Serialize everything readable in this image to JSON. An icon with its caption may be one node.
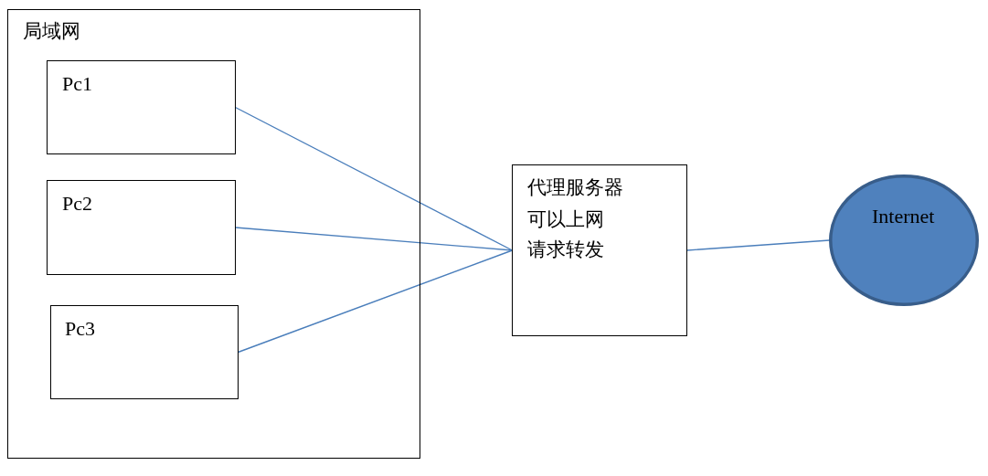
{
  "diagram": {
    "nodes": [
      {
        "text": [
          "局域网"
        ]
      },
      {
        "text": [
          "Pc1"
        ],
        "in": 0
      },
      {
        "text": [
          "Pc2"
        ],
        "in": 0
      },
      {
        "text": [
          "Pc3"
        ],
        "in": 0
      },
      {
        "text": [
          "代理服务器",
          "可以上网",
          "请求转发"
        ]
      },
      {
        "text": [
          "Internet"
        ]
      }
    ],
    "edges": [
      {
        "from": 1,
        "to": 4,
        "arrow": "none"
      },
      {
        "from": 2,
        "to": 4,
        "arrow": "none"
      },
      {
        "from": 3,
        "to": 4,
        "arrow": "none"
      },
      {
        "from": 4,
        "to": 5,
        "arrow": "none"
      }
    ]
  }
}
